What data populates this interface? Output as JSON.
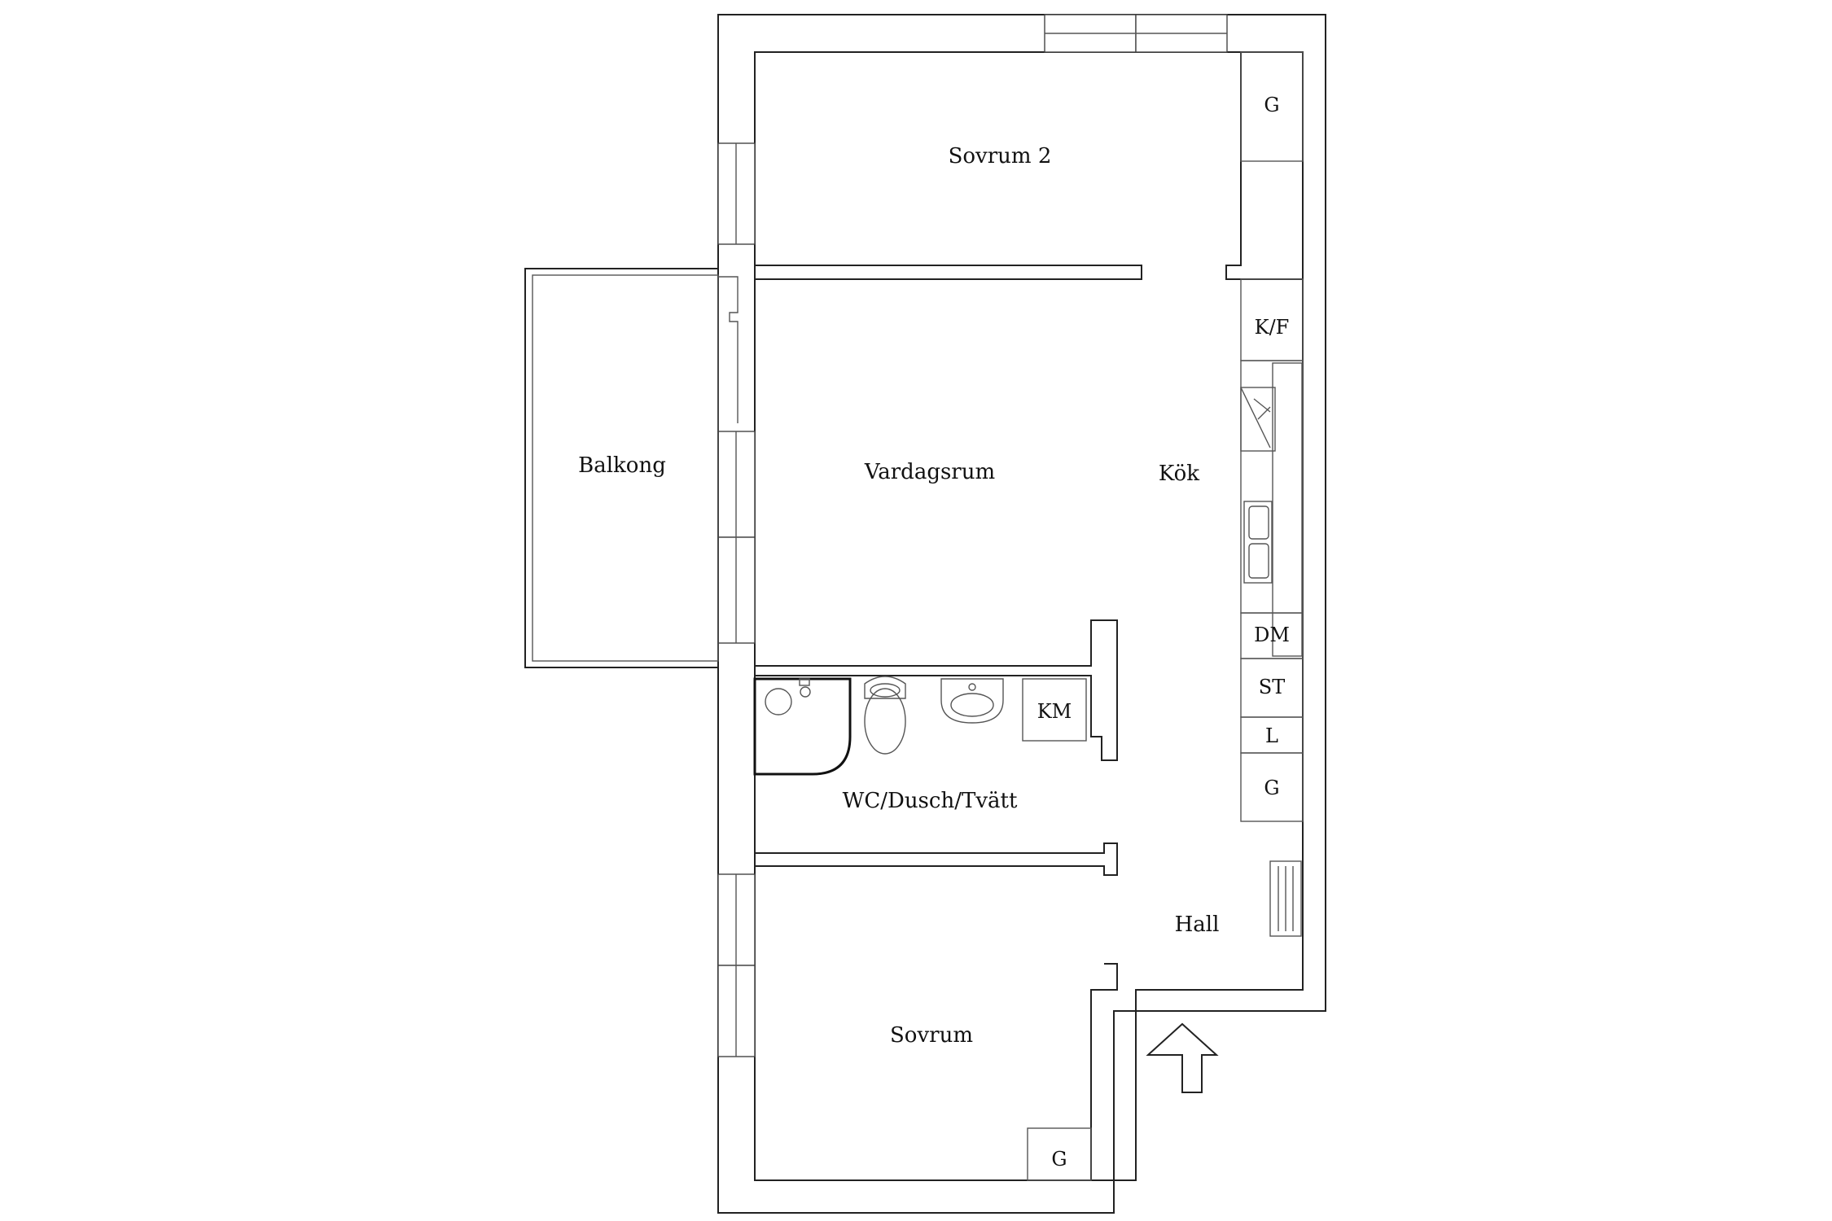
{
  "rooms": {
    "sovrum2": "Sovrum 2",
    "balkong": "Balkong",
    "vardagsrum": "Vardagsrum",
    "kok": "Kök",
    "wc": "WC/Dusch/Tvätt",
    "hall": "Hall",
    "sovrum": "Sovrum"
  },
  "fixtures": {
    "g_top": "G",
    "kf": "K/F",
    "dm": "DM",
    "st": "ST",
    "l": "L",
    "g_hall": "G",
    "km": "KM",
    "g_bottom": "G"
  },
  "icons": {
    "entrance": "entrance-arrow-icon",
    "toilet": "toilet-icon",
    "sink": "sink-icon",
    "shower": "shower-icon",
    "stove": "stove-icon",
    "radiator": "radiator-icon"
  }
}
